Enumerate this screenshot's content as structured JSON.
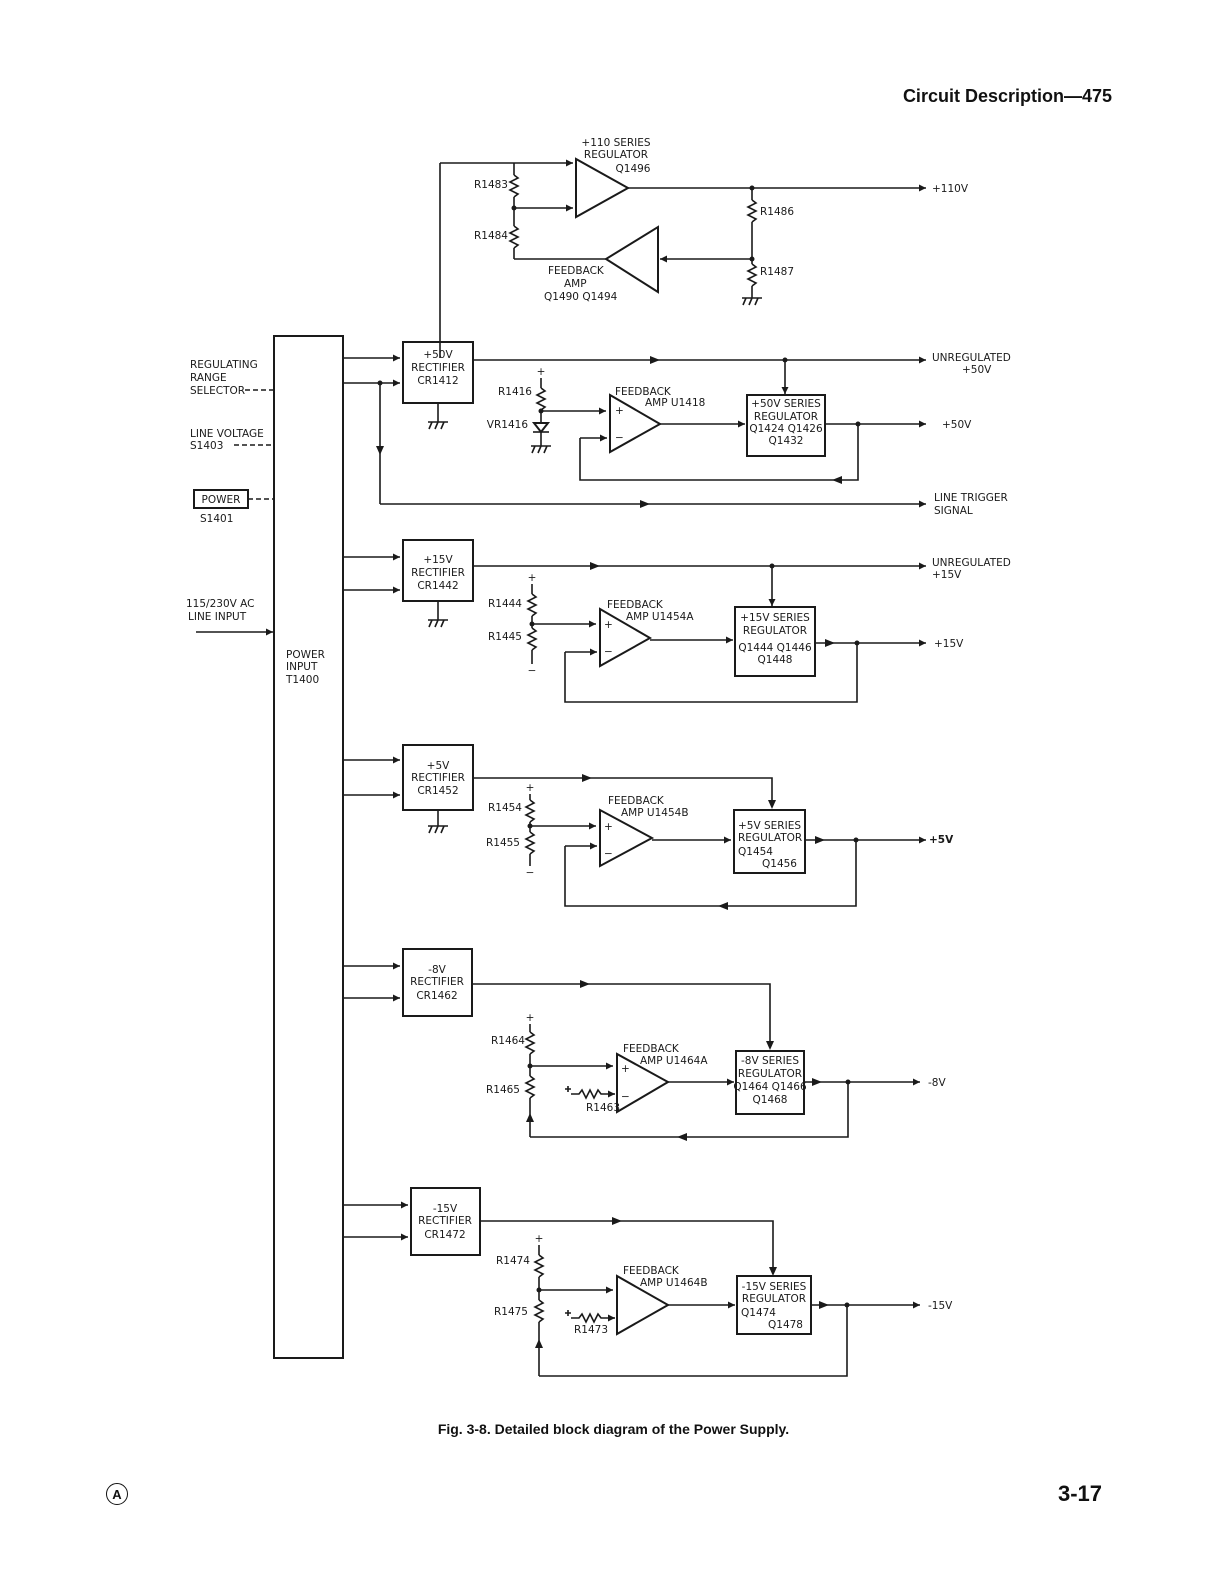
{
  "header": "Circuit Description—475",
  "caption": "Fig. 3-8. Detailed block diagram of the Power Supply.",
  "page_number": "3-17",
  "revision_mark": "A",
  "left_controls": {
    "regulating_range": [
      "REGULATING",
      "RANGE",
      "SELECTOR"
    ],
    "line_voltage": [
      "LINE VOLTAGE",
      "S1403"
    ],
    "power_button": "POWER",
    "power_switch": "S1401",
    "line_input": [
      "115/230V AC",
      "LINE INPUT"
    ]
  },
  "transformer": [
    "POWER",
    "INPUT",
    "T1400"
  ],
  "supply_110": {
    "series_regulator": [
      "+110 SERIES",
      "REGULATOR",
      "Q1496"
    ],
    "feedback_amp": [
      "FEEDBACK",
      "AMP",
      "Q1490 Q1494"
    ],
    "resistors": [
      "R1483",
      "R1484",
      "R1486",
      "R1487"
    ],
    "output": "+110V"
  },
  "supply_50": {
    "rectifier": [
      "+50V",
      "RECTIFIER",
      "CR1412"
    ],
    "unregulated": [
      "UNREGULATED",
      "+50V"
    ],
    "feedback_amp": [
      "FEEDBACK",
      "AMP  U1418"
    ],
    "resistors": [
      "R1416",
      "VR1416"
    ],
    "regulator": [
      "+50V SERIES",
      "REGULATOR",
      "Q1424 Q1426",
      "Q1432"
    ],
    "output": "+50V",
    "line_trigger": [
      "LINE TRIGGER",
      "SIGNAL"
    ]
  },
  "supply_15": {
    "rectifier": [
      "+15V",
      "RECTIFIER",
      "CR1442"
    ],
    "unregulated": [
      "UNREGULATED",
      "+15V"
    ],
    "feedback_amp": [
      "FEEDBACK",
      "AMP  U1454A"
    ],
    "resistors": [
      "R1444",
      "R1445"
    ],
    "regulator": [
      "+15V SERIES",
      "REGULATOR",
      "Q1444 Q1446",
      "Q1448"
    ],
    "output": "+15V"
  },
  "supply_5": {
    "rectifier": [
      "+5V",
      "RECTIFIER",
      "CR1452"
    ],
    "feedback_amp": [
      "FEEDBACK",
      "AMP  U1454B"
    ],
    "resistors": [
      "R1454",
      "R1455"
    ],
    "regulator": [
      "+5V SERIES",
      "REGULATOR",
      "Q1454",
      "Q1456"
    ],
    "output": "+5V"
  },
  "supply_m8": {
    "rectifier": [
      "-8V",
      "RECTIFIER",
      "CR1462"
    ],
    "feedback_amp": [
      "FEEDBACK",
      "AMP  U1464A"
    ],
    "resistors": [
      "R1464",
      "R1465",
      "R1463"
    ],
    "regulator": [
      "-8V SERIES",
      "REGULATOR",
      "Q1464 Q1466",
      "Q1468"
    ],
    "output": "-8V"
  },
  "supply_m15": {
    "rectifier": [
      "-15V",
      "RECTIFIER",
      "CR1472"
    ],
    "feedback_amp": [
      "FEEDBACK",
      "AMP  U1464B"
    ],
    "resistors": [
      "R1474",
      "R1475",
      "R1473"
    ],
    "regulator": [
      "-15V SERIES",
      "REGULATOR",
      "Q1474",
      "Q1478"
    ],
    "output": "-15V"
  }
}
